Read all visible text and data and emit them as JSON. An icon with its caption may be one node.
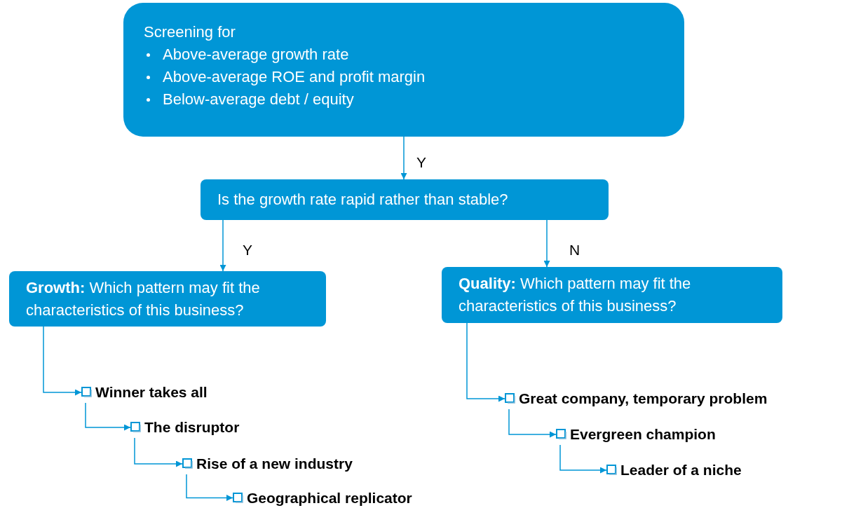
{
  "diagram": {
    "nodes": [
      {
        "text": [
          "Screening for",
          "Above-average growth rate",
          "Above-average ROE and profit margin",
          "Below-average debt / equity"
        ]
      },
      {
        "text": [
          "Is the growth rate rapid rather than stable?"
        ]
      },
      {
        "text": [
          "**Growth:** Which pattern may fit the characteristics of this business?"
        ]
      },
      {
        "text": [
          "**Quality:** Which pattern may fit the characteristics of this business?"
        ]
      },
      {
        "text": [
          "Winner takes all"
        ]
      },
      {
        "text": [
          "The disruptor"
        ]
      },
      {
        "text": [
          "Rise of a new industry"
        ]
      },
      {
        "text": [
          "Geographical replicator"
        ]
      },
      {
        "text": [
          "Great company, temporary problem"
        ]
      },
      {
        "text": [
          "Evergreen champion"
        ]
      },
      {
        "text": [
          "Leader of a niche"
        ]
      }
    ],
    "edges": [
      {
        "from": 0,
        "to": 1,
        "arrow": "to",
        "label": "Y"
      },
      {
        "from": 1,
        "to": 2,
        "arrow": "to",
        "label": "Y"
      },
      {
        "from": 1,
        "to": 3,
        "arrow": "to",
        "label": "N"
      },
      {
        "from": 2,
        "to": 4,
        "arrow": "to"
      },
      {
        "from": 4,
        "to": 5,
        "arrow": "to"
      },
      {
        "from": 5,
        "to": 6,
        "arrow": "to"
      },
      {
        "from": 6,
        "to": 7,
        "arrow": "to"
      },
      {
        "from": 3,
        "to": 8,
        "arrow": "to"
      },
      {
        "from": 8,
        "to": 9,
        "arrow": "to"
      },
      {
        "from": 9,
        "to": 10,
        "arrow": "to"
      }
    ]
  }
}
